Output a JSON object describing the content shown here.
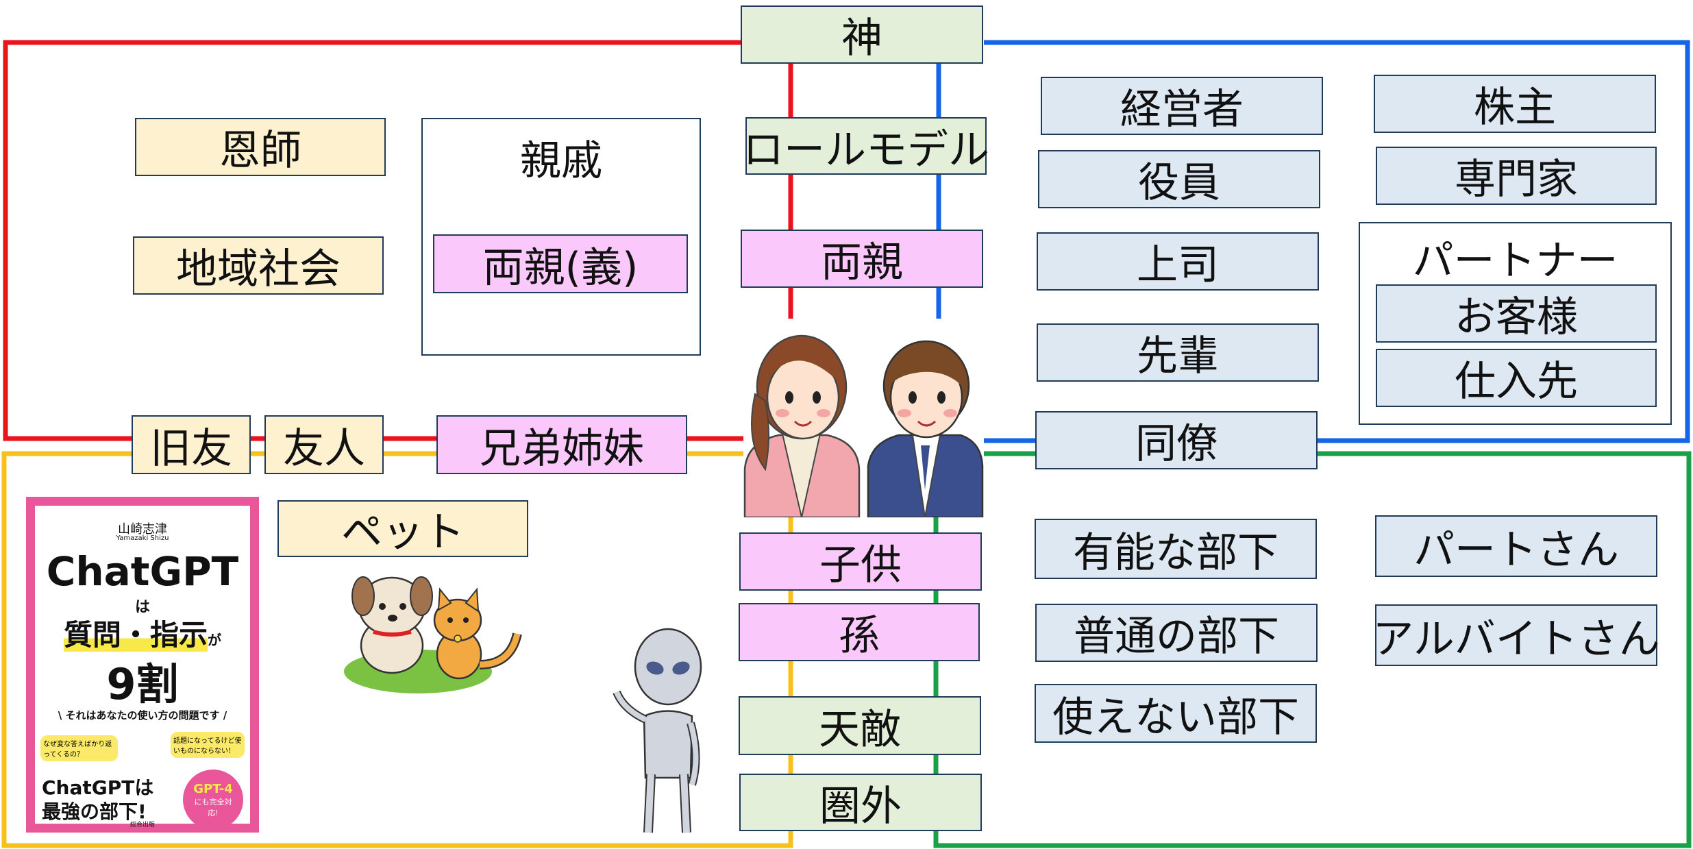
{
  "center": {
    "top": "神",
    "role_model": "ロールモデル",
    "parents": "両親",
    "children": "子供",
    "grandchildren": "孫",
    "nemesis": "天敵",
    "out_of_range": "圏外"
  },
  "family": {
    "relatives_title": "親戚",
    "in_laws": "両親(義)",
    "siblings": "兄弟姉妹"
  },
  "personal": {
    "mentor": "恩師",
    "community": "地域社会",
    "old_friend": "旧友",
    "friend": "友人",
    "pet": "ペット"
  },
  "work_upper": {
    "manager": "経営者",
    "executive": "役員",
    "boss": "上司",
    "senior": "先輩",
    "colleague": "同僚",
    "shareholder": "株主",
    "expert": "専門家",
    "partner_title": "パートナー",
    "customer": "お客様",
    "supplier": "仕入先"
  },
  "work_lower": {
    "capable_sub": "有能な部下",
    "normal_sub": "普通の部下",
    "useless_sub": "使えない部下",
    "part_timer": "パートさん",
    "arbeit": "アルバイトさん"
  },
  "book": {
    "author": "山崎志津",
    "author_en": "Yamazaki Shizu",
    "title1": "ChatGPT",
    "ha": "は",
    "title2": "質問・指示",
    "ga": "が",
    "title3": "9割",
    "tagline": "\\ それはあなたの使い方の問題です /",
    "bubble1": "なぜ変な答えばかり返ってくるの？",
    "bubble2": "話題になってるけど使いものにならない！",
    "bottom1": "ChatGPTは",
    "bottom2": "最強の部下!",
    "badge1": "GPT-4",
    "badge2": "にも完全対応!",
    "publisher": "総合出版"
  },
  "colors": {
    "red": "#e8141c",
    "blue": "#1565e8",
    "yellow": "#f7c11d",
    "green": "#1aa148"
  }
}
